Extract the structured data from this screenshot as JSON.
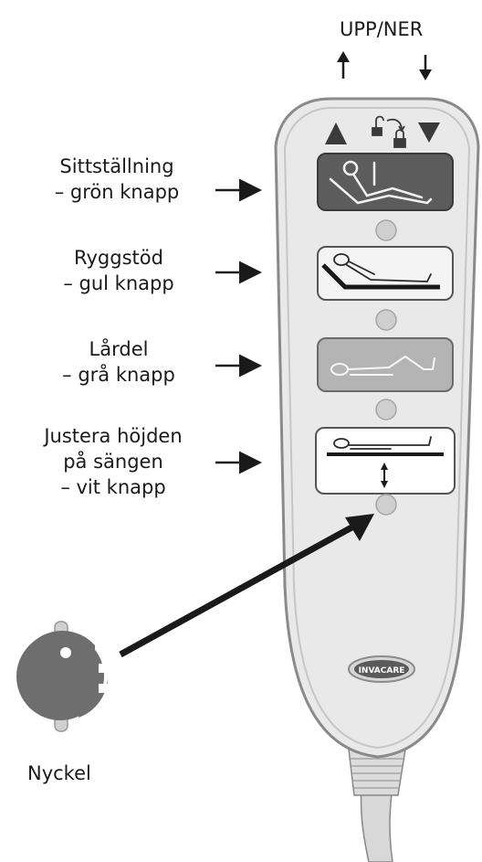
{
  "direction_label": "UPP/NER",
  "labels": {
    "sitting": {
      "line1": "Sittställning",
      "line2": "– grön knapp"
    },
    "backrest": {
      "line1": "Ryggstöd",
      "line2": "– gul knapp"
    },
    "thigh": {
      "line1": "Lårdel",
      "line2": "– grå knapp"
    },
    "height": {
      "line1": "Justera höjden",
      "line2": "på sängen",
      "line3": "– vit knapp"
    },
    "key": "Nyckel"
  },
  "brand": "INVACARE",
  "colors": {
    "remote_body": "#e9e9e9",
    "remote_outline": "#8a8a8a",
    "sitting_button": "#5c5c5c",
    "backrest_button": "#f4f4f4",
    "thigh_button": "#b4b4b4",
    "height_button": "#ffffff",
    "key": "#6e6e6e"
  }
}
